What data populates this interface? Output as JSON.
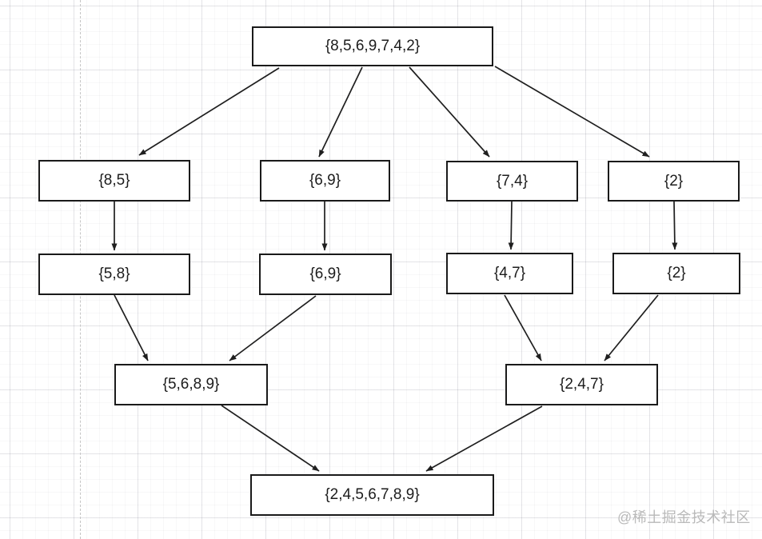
{
  "diagram": {
    "type": "flowchart",
    "nodes": [
      {
        "id": "root",
        "label": "{8,5,6,9,7,4,2}"
      },
      {
        "id": "split-85",
        "label": "{8,5}"
      },
      {
        "id": "split-69",
        "label": "{6,9}"
      },
      {
        "id": "split-74",
        "label": "{7,4}"
      },
      {
        "id": "split-2",
        "label": "{2}"
      },
      {
        "id": "sort-58",
        "label": "{5,8}"
      },
      {
        "id": "sort-69",
        "label": "{6,9}"
      },
      {
        "id": "sort-47",
        "label": "{4,7}"
      },
      {
        "id": "sort-2",
        "label": "{2}"
      },
      {
        "id": "merge-5689",
        "label": "{5,6,8,9}"
      },
      {
        "id": "merge-247",
        "label": "{2,4,7}"
      },
      {
        "id": "result",
        "label": "{2,4,5,6,7,8,9}"
      }
    ],
    "edges": [
      {
        "from": "root",
        "to": "split-85"
      },
      {
        "from": "root",
        "to": "split-69"
      },
      {
        "from": "root",
        "to": "split-74"
      },
      {
        "from": "root",
        "to": "split-2"
      },
      {
        "from": "split-85",
        "to": "sort-58"
      },
      {
        "from": "split-69",
        "to": "sort-69"
      },
      {
        "from": "split-74",
        "to": "sort-47"
      },
      {
        "from": "split-2",
        "to": "sort-2"
      },
      {
        "from": "sort-58",
        "to": "merge-5689"
      },
      {
        "from": "sort-69",
        "to": "merge-5689"
      },
      {
        "from": "sort-47",
        "to": "merge-247"
      },
      {
        "from": "sort-2",
        "to": "merge-247"
      },
      {
        "from": "merge-5689",
        "to": "result"
      },
      {
        "from": "merge-247",
        "to": "result"
      }
    ],
    "colors": {
      "node_fill": "#ffffff",
      "node_border": "#1a1a1a",
      "edge": "#1f1f1f"
    }
  },
  "watermark": {
    "text": "@稀土掘金技术社区",
    "color": "#b9b9b9"
  }
}
